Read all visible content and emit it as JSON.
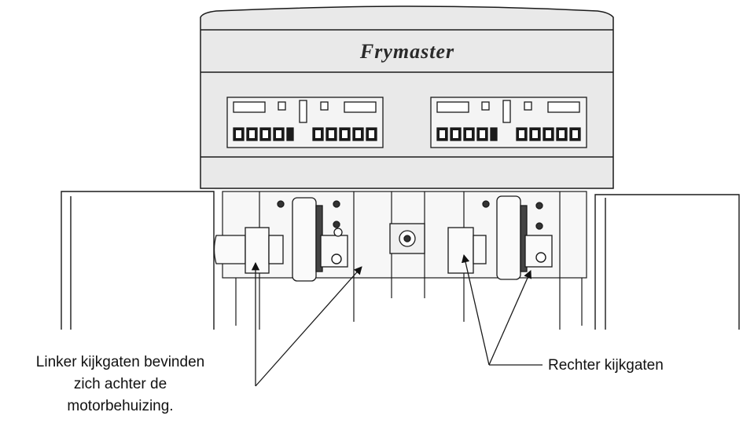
{
  "brand": {
    "logo_text": "Frymaster"
  },
  "callouts": {
    "left": {
      "lines": [
        "Linker kijkgaten bevinden",
        "zich achter de",
        "motorbehuizing."
      ]
    },
    "right": {
      "text": "Rechter kijkgaten"
    }
  },
  "colors": {
    "line": "#1a1a1a",
    "panel_fill": "#e3e3e3",
    "background": "#ffffff"
  }
}
